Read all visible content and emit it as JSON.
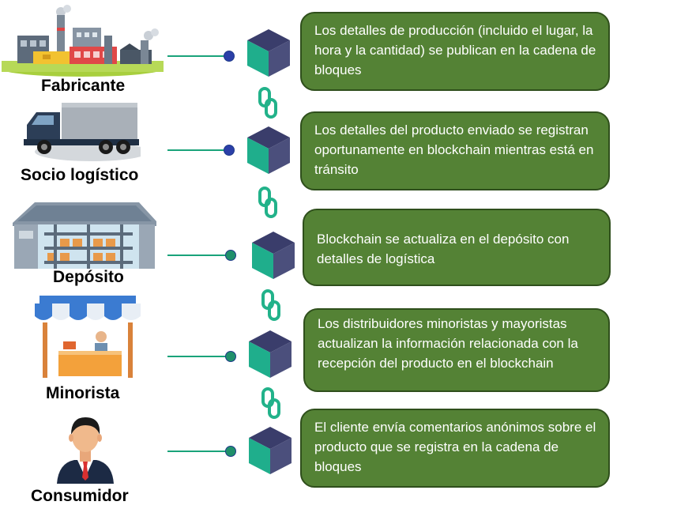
{
  "stages": [
    {
      "label": "Fabricante",
      "icon": "factory-icon",
      "text": "Los detalles de producción (incluido el lugar, la hora y la cantidad) se publican en la cadena de bloques"
    },
    {
      "label": "Socio logístico",
      "icon": "truck-icon",
      "text": "Los detalles del producto enviado se registran oportunamente en blockchain mientras está en tránsito"
    },
    {
      "label": "Depósito",
      "icon": "warehouse-icon",
      "text": "Blockchain se actualiza en  el depósito con detalles de logística"
    },
    {
      "label": "Minorista",
      "icon": "store-icon",
      "text": "Los distribuidores minoristas y mayoristas actualizan la información relacionada con la recepción del producto en el blockchain"
    },
    {
      "label": "Consumidor",
      "icon": "consumer-icon",
      "text": "El cliente envía comentarios anónimos sobre el producto que se registra en la cadena de bloques"
    }
  ],
  "colors": {
    "box_fill": "#548235",
    "box_border": "#2f4f1c",
    "cube_top": "#3a3d6b",
    "cube_left": "#1fae8c",
    "cube_right": "#4b4f7c",
    "connector": "#1aa37a",
    "chain": "#22b28a",
    "dot_blue": "#2b3fa8",
    "dot_green": "#1f8f6a"
  }
}
